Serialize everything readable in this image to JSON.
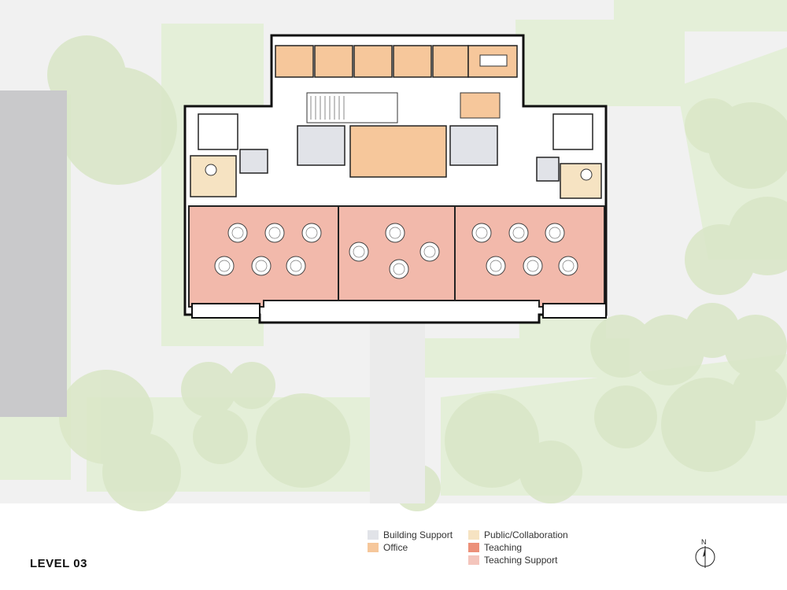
{
  "title": "LEVEL 03",
  "legend": [
    {
      "label": "Building Support",
      "color": "#e1e3e8"
    },
    {
      "label": "Office",
      "color": "#f6c79b"
    },
    {
      "label": "Public/Collaboration",
      "color": "#f6e3c2"
    },
    {
      "label": "Teaching",
      "color": "#ec9079"
    },
    {
      "label": "Teaching Support",
      "color": "#f4c5bc"
    }
  ],
  "north_label": "N",
  "colors": {
    "teaching_room": "#f2b9ab",
    "office": "#f6c79b",
    "public": "#f6e3c2",
    "support": "#e1e3e8",
    "trees": "#dde9cc",
    "lawn": "#e4efd8",
    "paving": "#f1f1f1",
    "neighbor_building": "#c9c9cb"
  },
  "icons": [
    "north-arrow-icon",
    "round-table-icon",
    "stair-icon",
    "elevator-icon"
  ]
}
